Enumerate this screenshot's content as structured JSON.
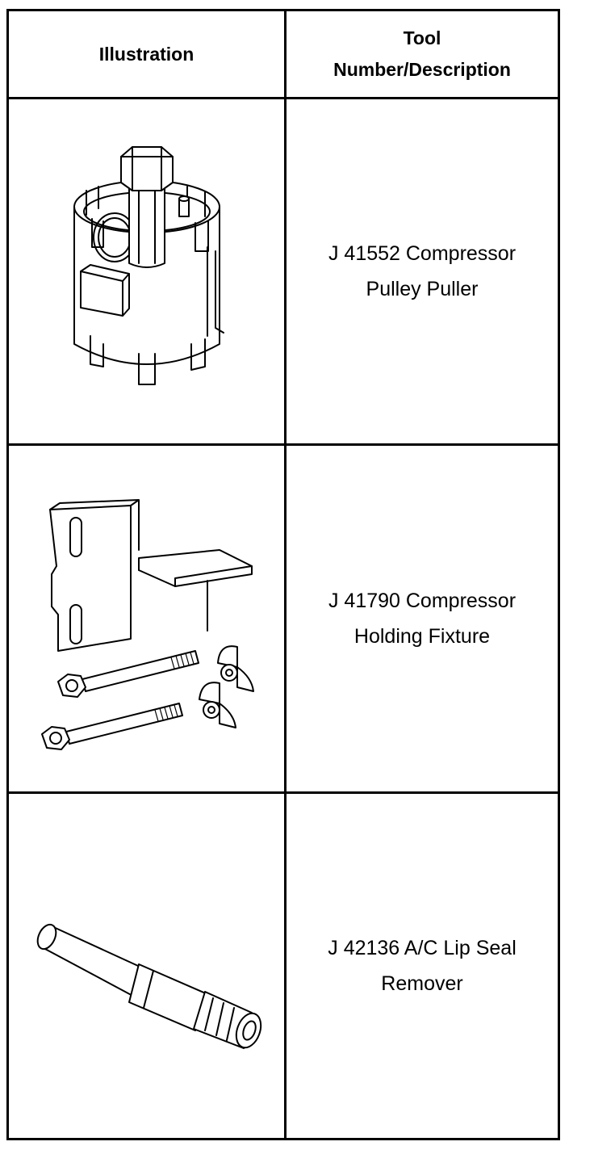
{
  "header": {
    "illustration_label": "Illustration",
    "description_line1": "Tool",
    "description_line2": "Number/Description"
  },
  "rows": [
    {
      "icon": "pulley-puller-icon",
      "line1": "J 41552 Compressor",
      "line2": "Pulley Puller"
    },
    {
      "icon": "holding-fixture-icon",
      "line1": "J 41790 Compressor",
      "line2": "Holding Fixture"
    },
    {
      "icon": "lip-seal-remover-icon",
      "line1": "J 42136 A/C Lip Seal",
      "line2": "Remover"
    }
  ]
}
